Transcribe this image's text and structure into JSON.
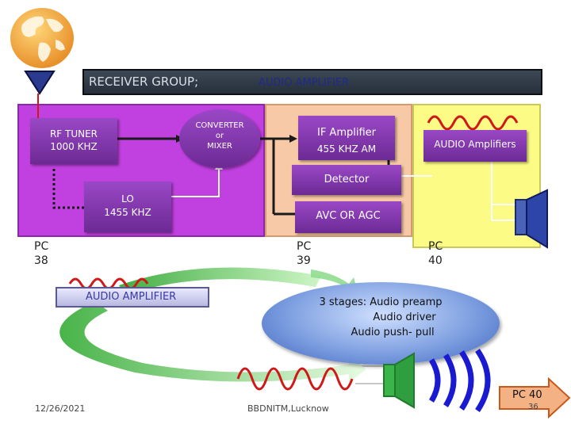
{
  "header": {
    "title": "RECEIVER GROUP;",
    "subtitle": "AUDIO AMPLIFIER"
  },
  "blocks": {
    "rf_tuner": {
      "line1": "RF TUNER",
      "line2": "1000 KHZ"
    },
    "converter": {
      "line1": "CONVERTER",
      "line2": "or",
      "line3": "MIXER"
    },
    "if_amp": {
      "line1": "IF Amplifier",
      "line2": "455 KHZ AM"
    },
    "audio_amps": "AUDIO Amplifiers",
    "detector": "Detector",
    "lo": {
      "line1": "LO",
      "line2": "1455 KHZ"
    },
    "avc": "AVC OR AGC"
  },
  "pc_labels": [
    {
      "pc": "PC",
      "num": "38"
    },
    {
      "pc": "PC",
      "num": "39"
    },
    {
      "pc": "PC",
      "num": "40"
    }
  ],
  "audio_amp_banner": "AUDIO AMPLIFIER",
  "stages": {
    "line1": "3 stages:   Audio preamp",
    "line2": "Audio driver",
    "line3": "Audio push- pull"
  },
  "footer": {
    "date": "12/26/2021",
    "institute": "BBDNITM,Lucknow",
    "page": "36"
  },
  "nav_button": "PC 40",
  "colors": {
    "purple_panel": "#c040e0",
    "peach_panel": "#f7c9a6",
    "yellow_panel": "#fbfb86",
    "block_fill": "#8a3cb8",
    "stage_ellipse": "#4a6fc4",
    "arrow_green": "#4cc04c",
    "wave_red": "#d01818",
    "speaker_blue": "#2a3bd0"
  },
  "icons": [
    "globe-icon",
    "antenna-icon",
    "speaker-icon",
    "wave-icon",
    "sound-wave-icon",
    "next-arrow-icon"
  ]
}
